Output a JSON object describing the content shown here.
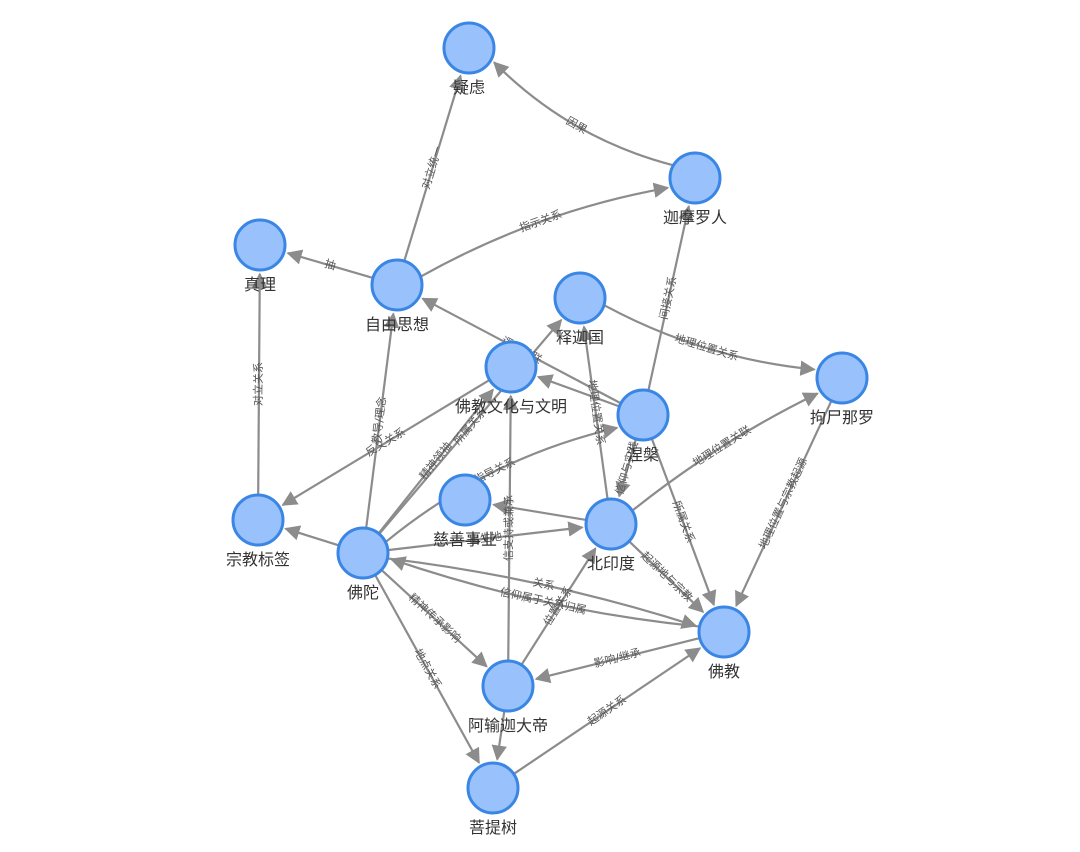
{
  "colors": {
    "node_fill": "#99c1fb",
    "node_stroke": "#3a86e4",
    "edge": "#8c8c8c",
    "text": "#333333"
  },
  "nodes": [
    {
      "id": "yilv",
      "label": "疑虑"
    },
    {
      "id": "jiamoluoren",
      "label": "迦摩罗人"
    },
    {
      "id": "zhenli",
      "label": "真理"
    },
    {
      "id": "ziyousixiang",
      "label": "自由思想"
    },
    {
      "id": "shijiaguo",
      "label": "释迦国"
    },
    {
      "id": "fojiaowenhua",
      "label": "佛教文化与文明"
    },
    {
      "id": "juchinaluo",
      "label": "拘尸那罗"
    },
    {
      "id": "niepan",
      "label": "涅槃"
    },
    {
      "id": "zongjiaobiaoqian",
      "label": "宗教标签"
    },
    {
      "id": "cishanshiye",
      "label": "慈善事业"
    },
    {
      "id": "beiyindu",
      "label": "北印度"
    },
    {
      "id": "fotuo",
      "label": "佛陀"
    },
    {
      "id": "fojiao",
      "label": "佛教"
    },
    {
      "id": "ayujiadadi",
      "label": "阿输迦大帝"
    },
    {
      "id": "putishu",
      "label": "菩提树"
    }
  ],
  "edges": [
    {
      "source": "jiamoluoren",
      "target": "yilv",
      "label": "因果"
    },
    {
      "source": "ziyousixiang",
      "target": "yilv",
      "label": "对立统一"
    },
    {
      "source": "ziyousixiang",
      "target": "jiamoluoren",
      "label": "指示关系"
    },
    {
      "source": "ziyousixiang",
      "target": "zhenli",
      "label": "抽"
    },
    {
      "source": "zongjiaobiaoqian",
      "target": "zhenli",
      "label": "对立关系"
    },
    {
      "source": "niepan",
      "target": "ziyousixiang",
      "label": "逻辑关联"
    },
    {
      "source": "niepan",
      "target": "jiamoluoren",
      "label": "间接关系"
    },
    {
      "source": "shijiaguo",
      "target": "juchinaluo",
      "label": "地理位置关系"
    },
    {
      "source": "beiyindu",
      "target": "shijiaguo",
      "label": "地理位置关系"
    },
    {
      "source": "beiyindu",
      "target": "juchinaluo",
      "label": "地理位置关联"
    },
    {
      "source": "juchinaluo",
      "target": "fojiao",
      "label": "地理位置与宗教起源"
    },
    {
      "source": "niepan",
      "target": "fojiao",
      "label": "所属关系"
    },
    {
      "source": "fotuo",
      "target": "ziyousixiang",
      "label": "教导/理念"
    },
    {
      "source": "fotuo",
      "target": "niepan",
      "label": "指导关系"
    },
    {
      "source": "fotuo",
      "target": "shijiaguo",
      "label": "所属关系"
    },
    {
      "source": "fotuo",
      "target": "fojiaowenhua",
      "label": "精神领袖"
    },
    {
      "source": "fotuo",
      "target": "zongjiaobiaoqian",
      "label": ""
    },
    {
      "source": "fojiaowenhua",
      "target": "zongjiaobiaoqian",
      "label": "反义关系"
    },
    {
      "source": "fotuo",
      "target": "beiyindu",
      "label": "出生地"
    },
    {
      "source": "beiyindu",
      "target": "cishanshiye",
      "label": ""
    },
    {
      "source": "fojiao",
      "target": "fotuo",
      "label": "信仰属于关系归属"
    },
    {
      "source": "ayujiadadi",
      "target": "fojiaowenhua",
      "label": "信支持或兼承"
    },
    {
      "source": "fotuo",
      "target": "ayujiadadi",
      "label": "精神传承影响"
    },
    {
      "source": "fotuo",
      "target": "putishu",
      "label": "地点关系"
    },
    {
      "source": "fotuo",
      "target": "fojiao",
      "label": "关系"
    },
    {
      "source": "ayujiadadi",
      "target": "beiyindu",
      "label": "位置关系"
    },
    {
      "source": "fojiao",
      "target": "ayujiadadi",
      "label": "影响/继承"
    },
    {
      "source": "putishu",
      "target": "fojiao",
      "label": "起源关系"
    },
    {
      "source": "beiyindu",
      "target": "fojiao",
      "label": "起源地与宗教"
    },
    {
      "source": "ayujiadadi",
      "target": "putishu",
      "label": ""
    },
    {
      "source": "niepan",
      "target": "fojiaowenhua",
      "label": ""
    },
    {
      "source": "niepan",
      "target": "beiyindu",
      "label": "信仰与实践"
    }
  ]
}
